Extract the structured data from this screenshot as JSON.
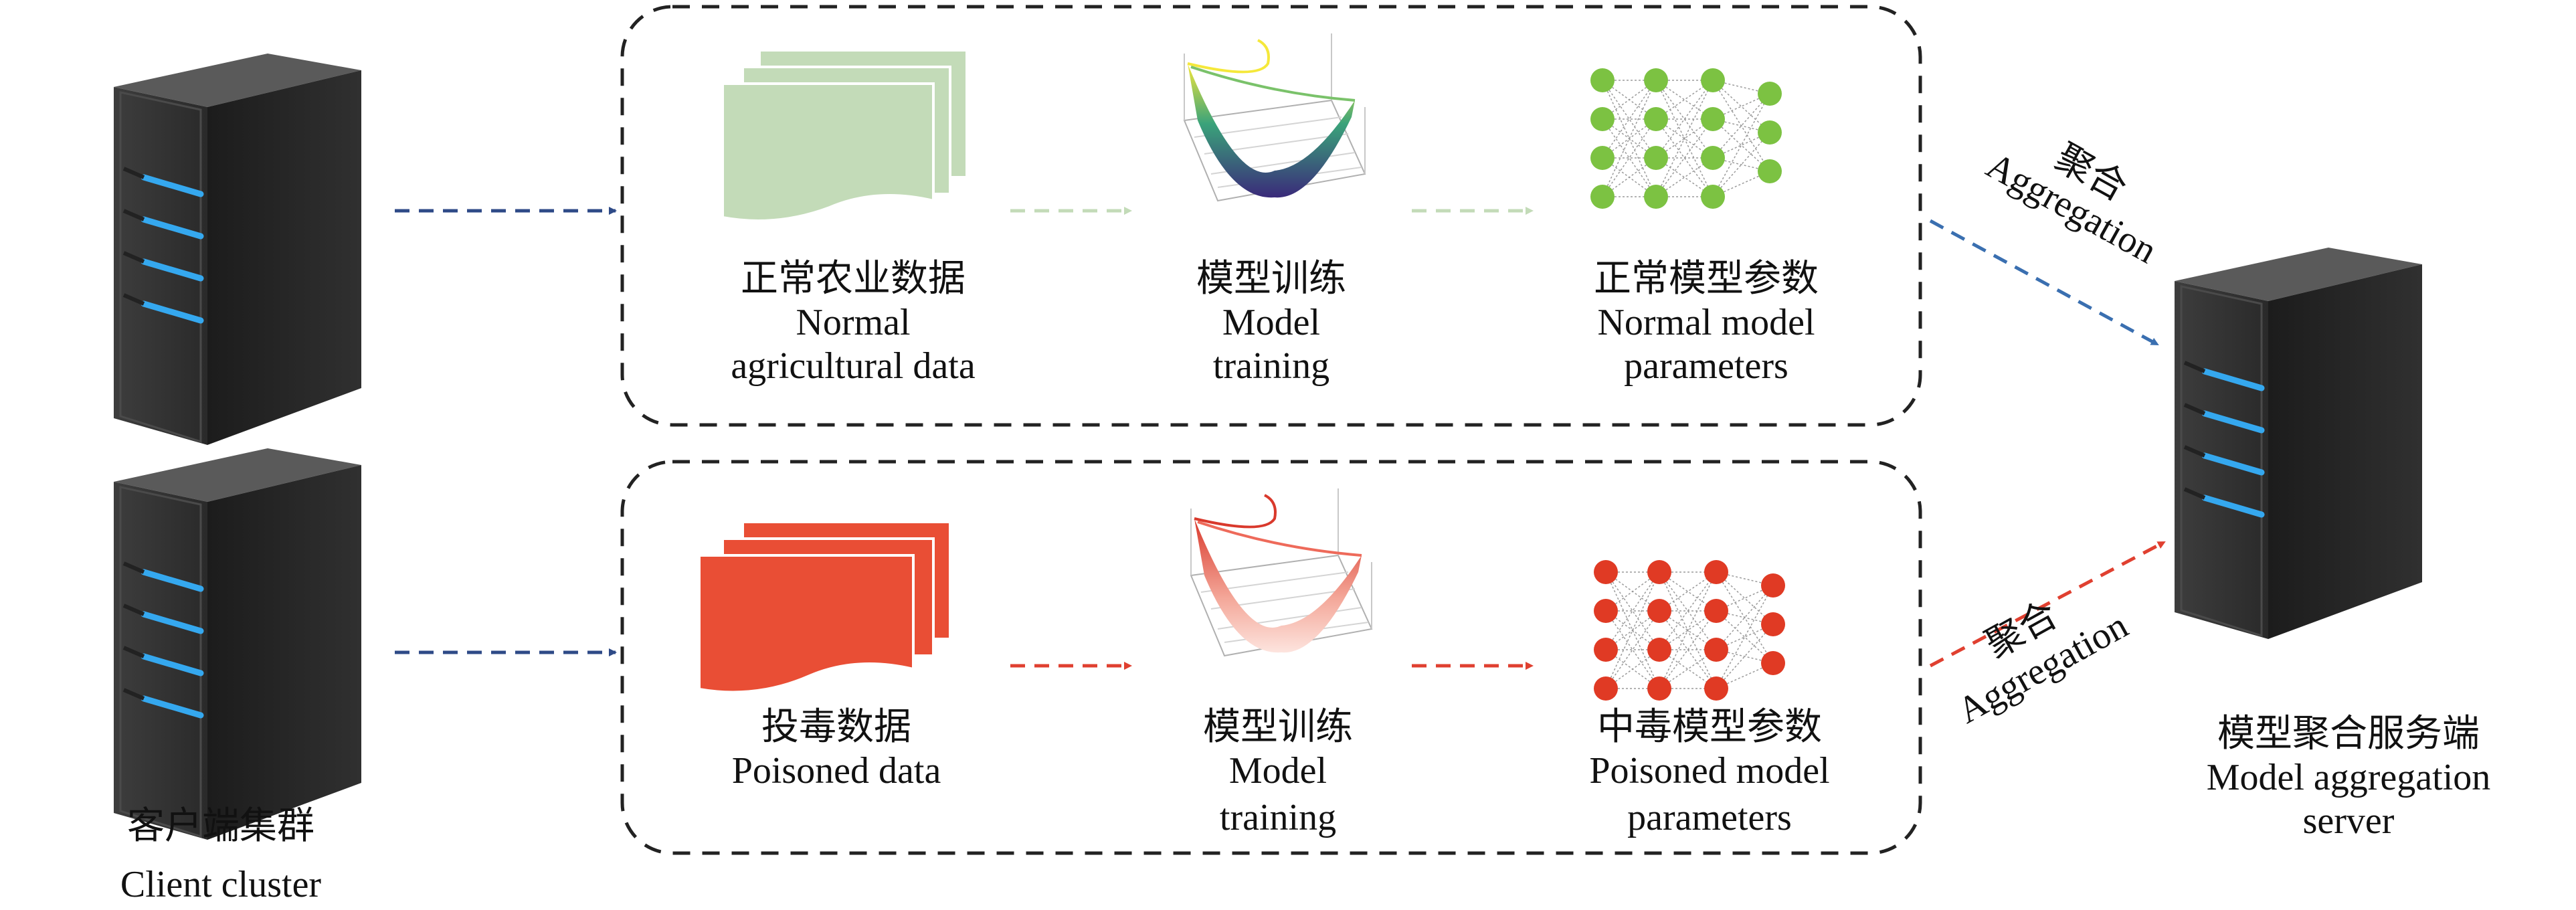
{
  "client": {
    "label_cn": "客户端集群",
    "label_en": "Client cluster"
  },
  "normal_pipeline": {
    "data": {
      "cn": "正常农业数据",
      "en1": "Normal",
      "en2": "agricultural data"
    },
    "training": {
      "cn": "模型训练",
      "en1": "Model",
      "en2": "training"
    },
    "params": {
      "cn": "正常模型参数",
      "en1": "Normal model",
      "en2": "parameters"
    }
  },
  "poison_pipeline": {
    "data": {
      "cn": "投毒数据",
      "en1": "Poisoned data"
    },
    "training": {
      "cn": "模型训练",
      "en1": "Model",
      "en2": "training"
    },
    "params": {
      "cn": "中毒模型参数",
      "en1": "Poisoned model",
      "en2": "parameters"
    }
  },
  "aggregation_top": {
    "cn": "聚合",
    "en": "Aggregation"
  },
  "aggregation_bottom": {
    "cn": "聚合",
    "en": "Aggregation"
  },
  "server": {
    "label_cn": "模型聚合服务端",
    "label_en1": "Model aggregation",
    "label_en2": "server"
  },
  "colors": {
    "normal_green": "#c3dbb8",
    "node_green": "#7cc242",
    "poison_red": "#e94e35",
    "node_red": "#e03a24",
    "flow_blue": "#2e4a87",
    "agg_blue": "#3a6fb0",
    "agg_red": "#e04030",
    "box_border": "#222222"
  }
}
